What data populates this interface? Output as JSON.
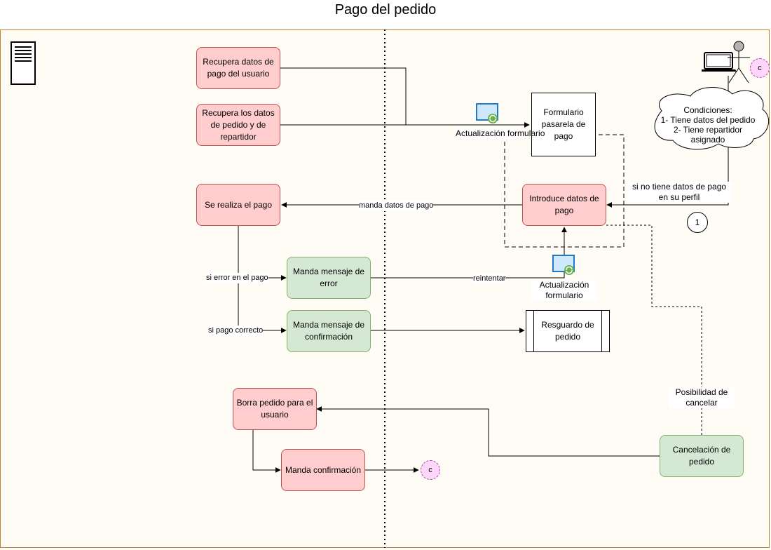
{
  "title": "Pago del pedido",
  "nodes": {
    "recupera_pago": "Recupera datos de pago del usuario",
    "recupera_pedido": "Recupera los datos de pedido y de repartidor",
    "formulario": "Formulario pasarela de pago",
    "introduce": "Introduce datos de pago",
    "se_realiza": "Se realiza el pago",
    "mensaje_error": "Manda mensaje de error",
    "mensaje_confirmacion": "Manda mensaje de confirmación",
    "resguardo": "Resguardo de pedido",
    "borra_pedido": "Borra pedido para el usuario",
    "manda_confirmacion": "Manda confirmación",
    "cancelacion": "Cancelación de pedido",
    "condiciones": "Condiciones:\n1- Tiene datos del pedido\n2- Tiene repartidor asignado"
  },
  "labels": {
    "actualizacion_1": "Actualización formulario",
    "actualizacion_2": "Actualización formulario",
    "sin_datos": "si no tiene datos de pago en su perfil",
    "manda_datos": "manda datos de pago",
    "error_pago": "si error en el pago",
    "reintentar": "reintentar",
    "pago_correcto": "si pago correcto",
    "posibilidad": "Posibilidad de cancelar"
  },
  "connectors": {
    "c_top": "c",
    "c_bottom": "c",
    "step_one": "1"
  },
  "icons": {
    "server": "server-icon",
    "laptop": "laptop-icon",
    "user": "user-stick-figure-icon",
    "form_update": "window-refresh-icon"
  },
  "colors": {
    "pink_fill": "#ffcdcd",
    "pink_stroke": "#b85450",
    "green_fill": "#d5e8d4",
    "green_stroke": "#82b366",
    "lane_border": "#c0862e",
    "connector_fill": "#ffd6fb"
  }
}
